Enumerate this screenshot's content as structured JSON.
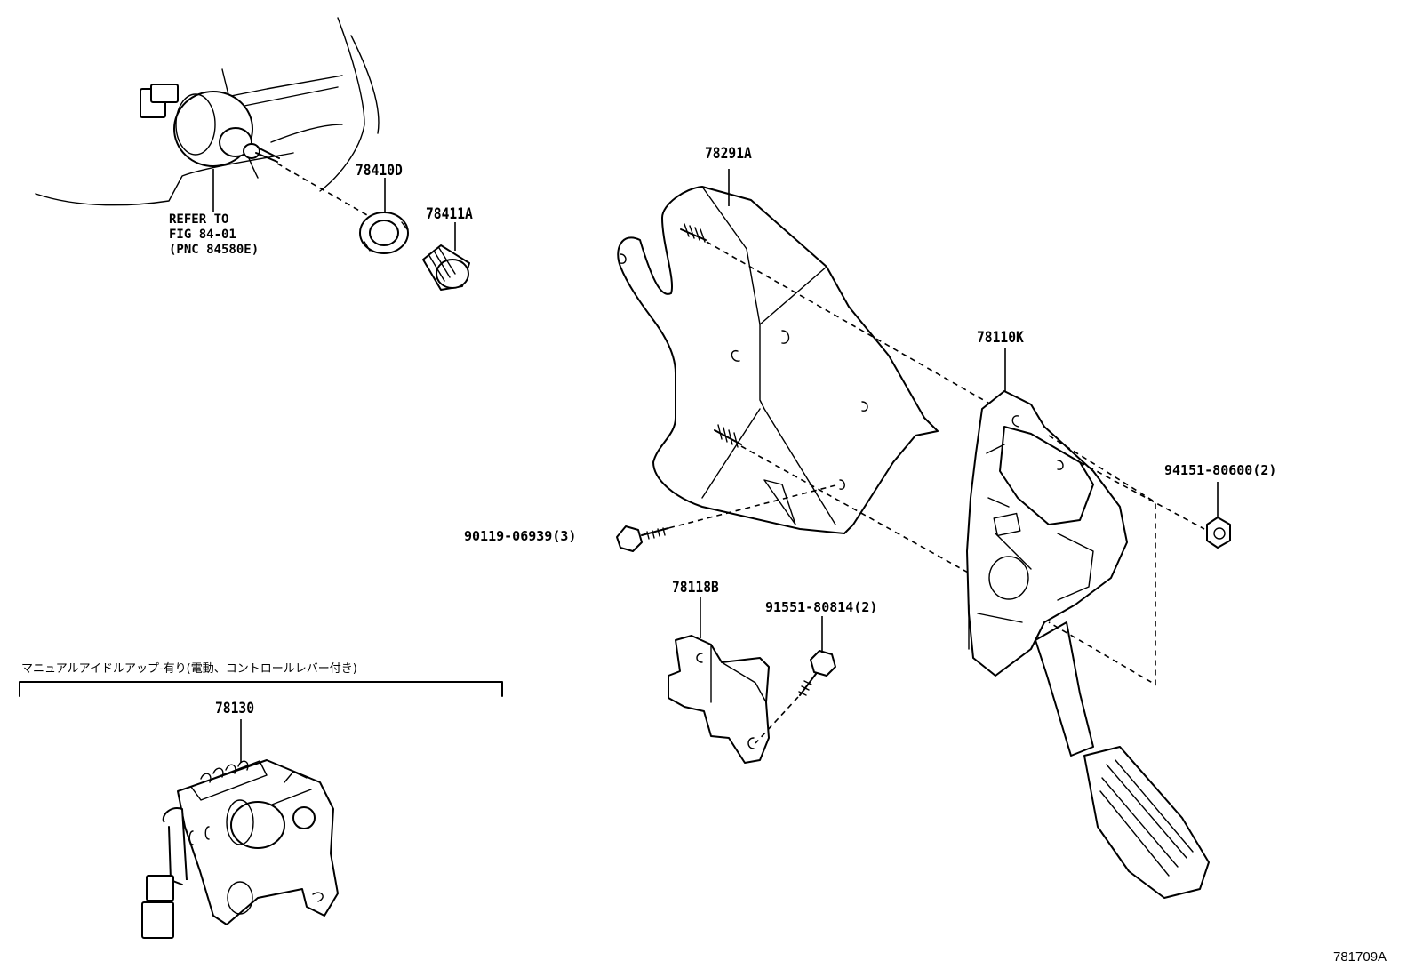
{
  "labels": {
    "p78291A": "78291A",
    "p78410D": "78410D",
    "p78411A": "78411A",
    "p78110K": "78110K",
    "p94151": "94151-80600(2)",
    "p90119": "90119-06939(3)",
    "p78118B": "78118B",
    "p91551": "91551-80814(2)",
    "p78130": "78130",
    "refer_line1": "REFER TO",
    "refer_line2": "FIG 84-01",
    "refer_line3": "(PNC 84580E)",
    "jp_note": "マニュアルアイドルアップ-有り(電動、コントロールレバー付き)",
    "figure_code": "781709A"
  }
}
